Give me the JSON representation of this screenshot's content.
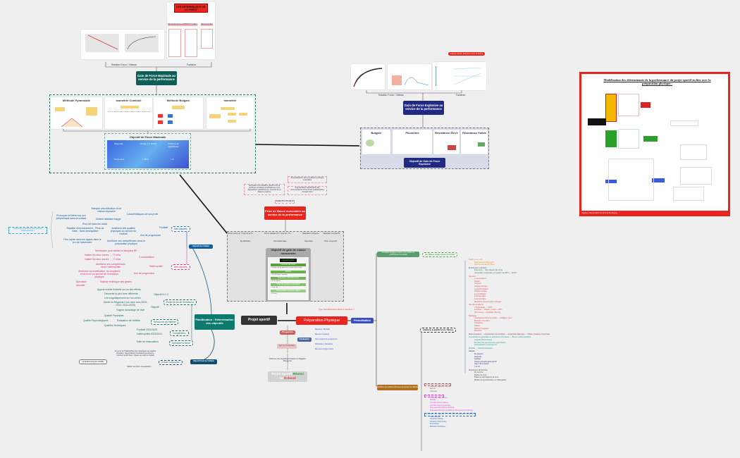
{
  "colors": {
    "background": "#efefef",
    "force_max": "#0e5e56",
    "explosive": "#1f2a80",
    "masse": "#e8261e",
    "projet": "#333333",
    "prep": "#e8261e",
    "periodisation": "#3a4fc0",
    "planification": "#0e7a6e",
    "objectif_athlete": "#0f5fa0",
    "haltero": "#d6337c",
    "planning_teal": "#1e6e62"
  },
  "force_max": {
    "title": "Gain de Force Maximale au service de la performance",
    "label_left": "Relation Force / Vitesse",
    "label_right": "Facteurs",
    "meme_title": "LES DÉTERMINANTS DE LA FORCE",
    "meme_cols": [
      "NEUROMUSCULAIRES",
      "STRUCTURELS",
      "MÉCANIQUES"
    ],
    "methods": [
      "Méthode Pyramidale",
      "Isométrie Combiné",
      "Méthode Bulgare",
      "Isométrie"
    ],
    "objective": {
      "title": "Objectif de Force Maximale",
      "headers": [
        "Objectifs",
        "Charge (% 1RM)",
        "Nombre de répétitions"
      ],
      "row": [
        "Force max",
        "> 85%",
        "< 6"
      ]
    }
  },
  "explosive": {
    "title": "Gain de Force Explosive au service de la performance",
    "label_left": "Relation Force / Vitesse",
    "label_right": "Facteurs",
    "capture": "Capture d'écran 2024-04-11 à 13.42.29.png",
    "methods": [
      "Bulgare",
      "Pliométrie",
      "Résistance Élevé",
      "Résistance Faible"
    ],
    "objective": "Objectif de Gain de Force Explosive"
  },
  "right_panel": {
    "title": "Modélisation des déterminants de la performance du projet sportif en lien avec la préparation physique :",
    "caption": "Capture d'écran 2024-04-16 à 19.51.23.png"
  },
  "masse": {
    "title": "Prise de Masse musculaire au service de la performance",
    "top_nodes": [
      "Potentialisation de la synthèse protéique musculaire",
      "Nécessité d'un équilibre positif entre la synthèse protéique (anabolisme) et sa dégradation (catabolisme), concept de la balance positive",
      "Augmentation significative des concentrations d'hormones anabolisantes (Growth IGF)",
      "Facteurs et concepts"
    ],
    "fibres": [
      "Fibres lentes (I) / Type IIa et IIx",
      "Fibres rapides (II) / Type IIa > IIx",
      "Adaptation sanguine",
      "Adaptation conjonctif"
    ],
    "fibres_sub": [
      "Myofibrillaire",
      "Sarcoplasmique",
      "Vasculaire",
      "Tissu conjonctif"
    ],
    "objective": {
      "title": "Objectif de gain de masse musculaire",
      "badge": "Hypertrophie",
      "rows": [
        "Intensité de l'effort",
        "Volume",
        "Fréquence d'entraînement",
        "Prise de protéine journalière",
        "Récupération entre les séries"
      ],
      "notes": [
        "> Charges qui ne pèsent ni au niveau de la fatigue",
        "> 12 à 20 séries / semaine",
        "> 2 à 3 séances",
        "> 1,6 g / kg",
        "> 1-2 min"
      ]
    }
  },
  "center": {
    "projet": "Projet sportif",
    "prep": "Préparation Physique",
    "periodisation": "Périodisation",
    "question": "Type d'entraînement utilisé et pourquoi ?",
    "programme": "Programme",
    "agir": "Agir sur l'Analytique",
    "evaluation": "Évaluation",
    "eval_items": [
      "Mesures / Mobilité",
      "Mesures Hygiène",
      "Non respect du programme",
      "Motivation / Discipline",
      "Mesures d'Hypocrisies"
    ],
    "influence": "Influence des répétitions Positive ou Négative Ressentie",
    "result_a": "Projet Sportif",
    "result_b": "Réussi",
    "result_c": "ou",
    "result_d": "Échoué"
  },
  "planification": {
    "title": "Planification : Détermination des objectifs",
    "athlete": {
      "title": "Objectif de l'athlète",
      "mes": "Mes objectifs",
      "football": "Football",
      "profil": "Profil Avant Latéral en championnat Départemental 1",
      "items": [
        "Caractéristiques de son profil",
        "Manque d'accélération et de vitesse explosive",
        "Provoquer et libérer sur son périphérique dans la surface",
        "Dribble défaillant frappe",
        "Plus fort dans les duels",
        "Rapidité d'enchaînement - Prise de balle - Sans déséquilibre",
        "Améliorer ses qualités physiques au service du football",
        "Plus rapide dans les appuis dans le jeu de l'adversaire",
        "Axe de progression",
        "Améliorer ses compétences dans la préparation physique"
      ]
    },
    "haltero": {
      "title": "Haltérophilie",
      "mes": "Mes objectifs",
      "items": [
        "Nécessaire pour valider la discipline BP",
        "3 compétitions",
        "Valider les deux barres → 77 kilos",
        "Valider les deux barres → 77 kilos",
        "Améliorer ses compétences dans l'haltérophilie",
        "Axe de progression",
        "Améliorer sa mobilisation, sa souplesse et sa force au service de l'exécution physique",
        "Maîtrise technique des gestes",
        "Spectacle",
        "Sécurité"
      ]
    },
    "teal": {
      "items": [
        "Projet de vie de l'entraîneur",
        "Objectif N-1-2",
        "Objectif",
        "Appuis mobile Embellir sur un des efforts",
        "Descente la plus forte différente",
        "Les magnifiquement sur les séries",
        "Monté en Régional 2 sur deux ans (2023-2024 / 2024-2025)",
        "Gagner davantage de duel",
        "Ressource de l'athlète",
        "Évaluation de l'athlète",
        "Qualité Physiques",
        "Qualité Psychologiques",
        "Qualités Techniques",
        "Compétitions",
        "Football 2024/2025",
        "Haltérophilie 2023/2024",
        "Optimiser la forme",
        "Date de musculation"
      ]
    },
    "final": {
      "title": "Objectif final de l'athlète",
      "branch": "Football / Haltérophilie",
      "left": "L'entraînement par variable",
      "desc": "Se servir de l'haltérophilie pour développer ses qualités physiques. Sans pratiquer d'entraîner sa présence, maintenir profil Force / Vitesse au profit du football",
      "desc2": "Valider ses deux compétitions"
    }
  },
  "periodisation": {
    "green_branch": "Connaître la logique interne et le modèle de performance du football",
    "green_leaf": "Voir Tableau Logique Interne du football",
    "quality": "Améliorer la qualité Force / Vitesse",
    "branches": [
      {
        "label": "Établir son profil",
        "items": [
          "Majoritairement fibre type I",
          "Recrutement des MT fibres"
        ],
        "color": "#f08a2a"
      },
      {
        "label": "Modification cellulaire",
        "items": [
          "Fibre lente → Fibre Rapide (IIb ou IIx)",
          "Composition moléculaire et migration de MHCI → MHCII"
        ],
        "color": "#3b7070"
      },
      {
        "label": "Nerveux",
        "items": [
          "Le Recrutement",
          "Spatial",
          "Temporel",
          "Charges Lourdes",
          "La synchronisation",
          "Charges lourdes",
          "La coordination",
          "Intramusculaire",
          "Intermusculaire",
          "Alternance Lourd et geste technique"
        ],
        "color": "#e04848"
      },
      {
        "label": "Axe de structures",
        "items": [
          "L'Hypertrophie → 70/75",
          "Les fibres → Rapide + Lourd / + 85%",
          "Sarcomères → Amplitude (Vitesse)"
        ],
        "color": "#e04848"
      },
      {
        "label": "Élastique",
        "items": [
          "Typologie des fibres du tendon → Collagène Type I",
          "Élasticité musculaire",
          "Compliance",
          "Raideur",
          "Réflexe myotatique",
          "Pliométrie"
        ],
        "color": "#e04848"
      },
      {
        "label": "Bioénergétique → Amélioration de la Filière → Anaérobie alactique → Filière Créatine phosphate",
        "items": [],
        "color": "#a0306a"
      },
      {
        "label": "Coordinations gestuelles et habiletés techniques → Bonne intramusculaire",
        "items": [
          "Justesse Biomécanique",
          "Précision des agencements segmentaires",
          "Automatisation et permanence"
        ],
        "color": "#17a394"
      },
      {
        "label": "Mobilité → Neuromusculaire",
        "items": [],
        "color": "#17a394"
      },
      {
        "label": "Vitesse",
        "items": [
          "De réaction",
          "Gestuelle",
          "Cyclique",
          "Vitesse gestuelle geste sportif",
          "Valeur de la vitesse",
          "Y.O.Y.O"
        ],
        "color": "#2a2a80"
      },
      {
        "label": "Expression de la force",
        "items": [
          "Pic de force",
          "Montée de force",
          "Phase de décroissance de force",
          "Modèle de la performance en Haltérophilie"
        ],
        "color": "#444"
      },
      {
        "label": "Améliorer l'équilibre postural",
        "items": [
          "Gainage / stabilité / Posture",
          "Bascule",
          "Unipodal"
        ],
        "color": "#a06060"
      },
      {
        "label": "Améliorer la mobilité",
        "items": [
          "Protocole avant séance",
          "Mobilité",
          "Contrôle moteur statique",
          "Contrôle moteur dynamique",
          "Mouvement Fonctionnel Change",
          "Évaluation Fonctionnel (FMS) du Mouvement Fonctionnel"
        ],
        "color": "#e040d0"
      },
      {
        "label": "Améliorer les régimes de contractions propres à la séance",
        "items": [
          "Concentrique",
          "Isométrie yielding",
          "Isométrie Overcoming",
          "Excentrique",
          "Méthode Triphasique"
        ],
        "color": "#2a6ab0"
      }
    ],
    "brown": "Améliorer les qualités physiques au service de l'athlète"
  }
}
